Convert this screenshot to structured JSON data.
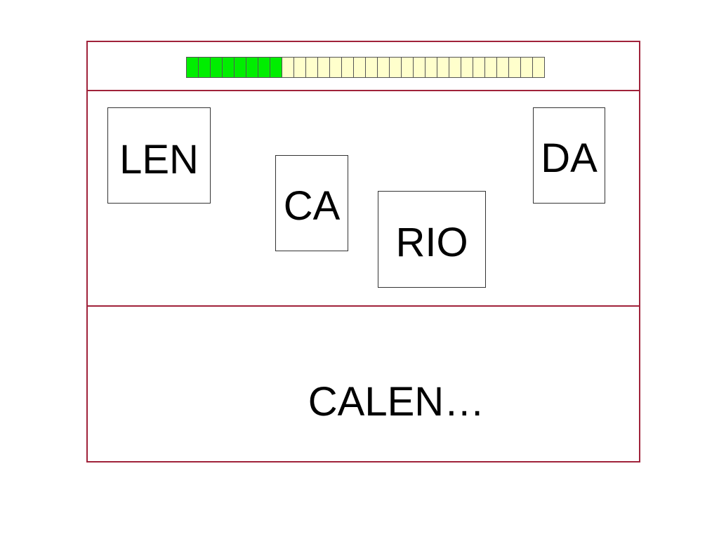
{
  "progress": {
    "completed_segments": 8,
    "total_segments": 30,
    "fill_color": "#00ee00",
    "empty_color": "#ffffcc"
  },
  "tiles": [
    {
      "label": "LEN"
    },
    {
      "label": "CA"
    },
    {
      "label": "RIO"
    },
    {
      "label": "DA"
    }
  ],
  "answer": {
    "text": "CALEN…"
  },
  "colors": {
    "frame_border": "#a0223a"
  }
}
